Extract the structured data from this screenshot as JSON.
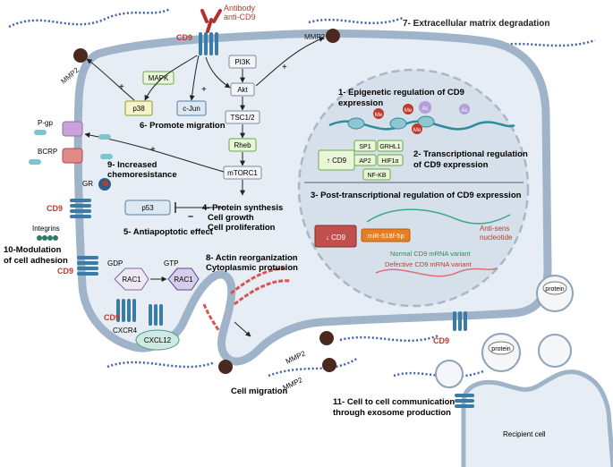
{
  "colors": {
    "membrane": "#9fb4c9",
    "cytoplasm": "#e6edf4",
    "nucleus": "#d6e0ea",
    "box_green_fill": "#eaf6d8",
    "box_green_stroke": "#6aa84f",
    "cd9_red": "#c0392b",
    "receptor_blue": "#3a7ca5",
    "mmp2_brown": "#4a2a1e",
    "actin_red": "#d9534f",
    "dna_teal": "#2c8c99",
    "mirna_orange": "#e67e22"
  },
  "labels": {
    "antibody": "Antibody",
    "anti_cd9": "anti-CD9",
    "cd9_top": "CD9",
    "cd9_left1": "CD9",
    "cd9_left2": "CD9",
    "cd9_left3": "CD9",
    "cd9_bottom": "CD9",
    "mmp2_topleft": "MMP2",
    "mmp2_top": "MMP2",
    "mmp2_bottom1": "MMP2",
    "mmp2_bottom2": "MMP2",
    "ecm": "7- Extracellular matrix degradation",
    "mapk": "MAPK",
    "p38": "p38",
    "cjun": "c-Jun",
    "pi3k": "PI3K",
    "akt": "Akt",
    "tsc": "TSC1/2",
    "rheb": "Rheb",
    "mtorc1": "mTORC1",
    "p53": "p53",
    "promote_migration": "6- Promote migration",
    "pgp": "P-gp",
    "bcrp": "BCRP",
    "chemo_1": "9- Increased",
    "chemo_2": "chemoresistance",
    "gr": "GR",
    "integrins": "Integrins",
    "protein_synth_1": "4- Protein synthesis",
    "protein_synth_2": "Cell growth",
    "protein_synth_3": "Cell proliferation",
    "antiapoptotic": "5- Antiapoptotic effect",
    "modulation_1": "10-Modulation",
    "modulation_2": "of cell adhesion",
    "gdp": "GDP",
    "gtp": "GTP",
    "rac1_a": "RAC1",
    "rac1_b": "RAC1",
    "actin_1": "8- Actin reorganization",
    "actin_2": "Cytoplasmic protusion",
    "cxcr4": "CXCR4",
    "cxcl12": "CXCL12",
    "cell_migration": "Cell migration",
    "epi_1": "1- Epigenetic regulation of CD9",
    "epi_2": "expression",
    "me1": "Me",
    "me2": "Me",
    "me3": "Me",
    "ac1": "Ac",
    "ac2": "Ac",
    "cd9_up": "↑ CD9",
    "sp1": "SP1",
    "grhl1": "GRHL1",
    "ap2": "AP2",
    "hif1a": "HIF1α",
    "nfkb": "NF-KB",
    "trans_1": "2- Transcriptional  regulation",
    "trans_2": "of CD9 expression",
    "post_trans": "3- Post-transcriptional regulation of CD9 expression",
    "cd9_down": "↓ CD9",
    "mir": "miR-518f-5p",
    "antisense_1": "Anti-sens",
    "antisense_2": "nucleotide",
    "normal_mrna": "Normal CD9 mRNA variant",
    "defective_mrna": "Defective CD9 mRNA variant",
    "protein1": "protein",
    "protein2": "protein",
    "exosome_1": "11- Cell to cell communication",
    "exosome_2": "through exosome production",
    "recipient": "Recipient cell",
    "plus1": "+",
    "plus2": "+",
    "plus3": "+",
    "plus4": "+",
    "minus": "–"
  }
}
